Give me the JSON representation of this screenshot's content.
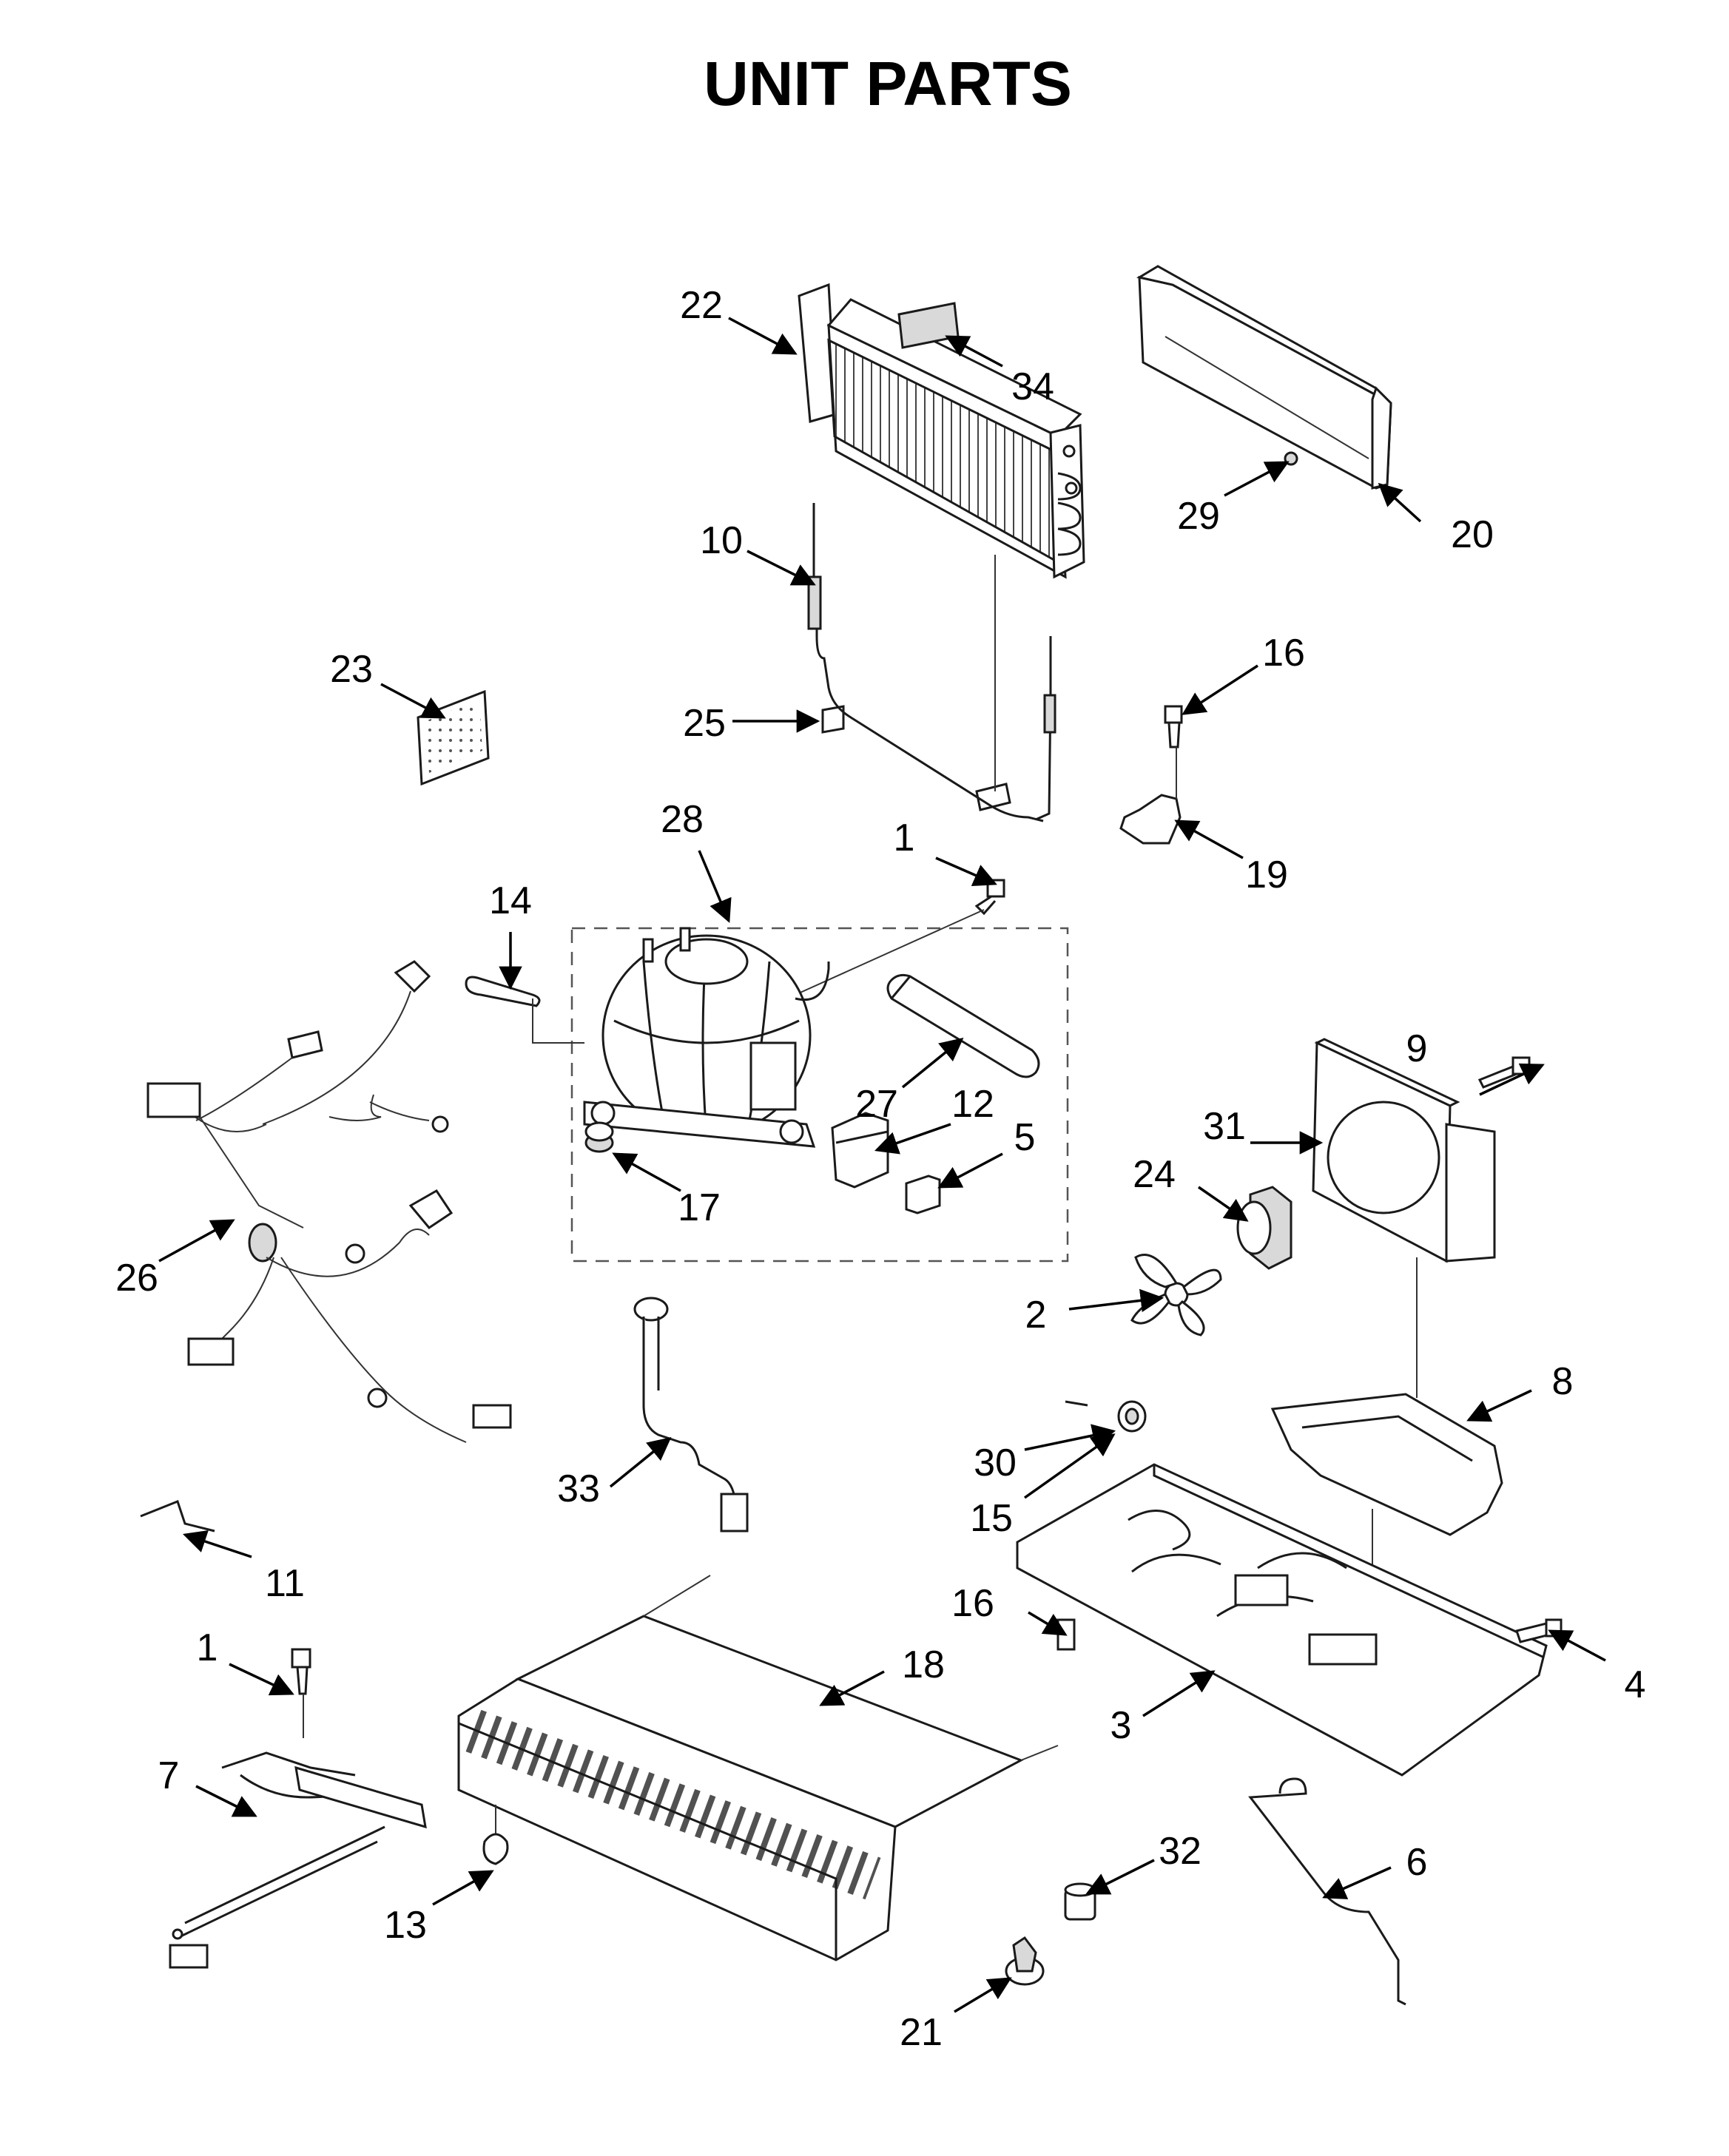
{
  "title": "UNIT PARTS",
  "callouts": {
    "c1a": "1",
    "c1b": "1",
    "c2": "2",
    "c3": "3",
    "c4": "4",
    "c5": "5",
    "c6": "6",
    "c7": "7",
    "c8": "8",
    "c9": "9",
    "c10": "10",
    "c11": "11",
    "c12": "12",
    "c13": "13",
    "c14": "14",
    "c15": "15",
    "c16a": "16",
    "c16b": "16",
    "c17": "17",
    "c18": "18",
    "c19": "19",
    "c20": "20",
    "c21": "21",
    "c22": "22",
    "c23": "23",
    "c24": "24",
    "c25": "25",
    "c26": "26",
    "c27": "27",
    "c28": "28",
    "c29": "29",
    "c30": "30",
    "c31": "31",
    "c32": "32",
    "c33": "33",
    "c34": "34"
  }
}
